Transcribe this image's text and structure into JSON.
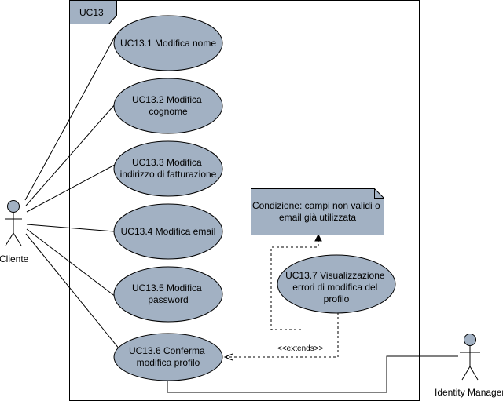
{
  "system_boundary": {
    "label": "UC13"
  },
  "actors": [
    {
      "id": "cliente",
      "label": "Cliente"
    },
    {
      "id": "identity-manager",
      "label": "Identity Manager"
    }
  ],
  "use_cases": [
    {
      "id": "uc13-1",
      "lines": [
        "UC13.1 Modifica nome"
      ]
    },
    {
      "id": "uc13-2",
      "lines": [
        "UC13.2 Modifica",
        "cognome"
      ]
    },
    {
      "id": "uc13-3",
      "lines": [
        "UC13.3 Modifica",
        "indirizzo di fatturazione"
      ]
    },
    {
      "id": "uc13-4",
      "lines": [
        "UC13.4 Modifica email"
      ]
    },
    {
      "id": "uc13-5",
      "lines": [
        "UC13.5 Modifica",
        "password"
      ]
    },
    {
      "id": "uc13-6",
      "lines": [
        "UC13.6 Conferma",
        "modifica profilo"
      ]
    },
    {
      "id": "uc13-7",
      "lines": [
        "UC13.7 Visualizzazione",
        "errori di modifica del",
        "profilo"
      ]
    }
  ],
  "note": {
    "lines": [
      "Condizione: campi non validi o",
      "email già utilizzata"
    ]
  },
  "extends_label": "<<extends>>",
  "colors": {
    "use_case_fill": "#a2b1c3",
    "note_fill": "#a2b1c3",
    "boundary_tab_fill": "#a2b1c3",
    "actor_head_fill": "#a2b1c3",
    "stroke": "#000000"
  }
}
